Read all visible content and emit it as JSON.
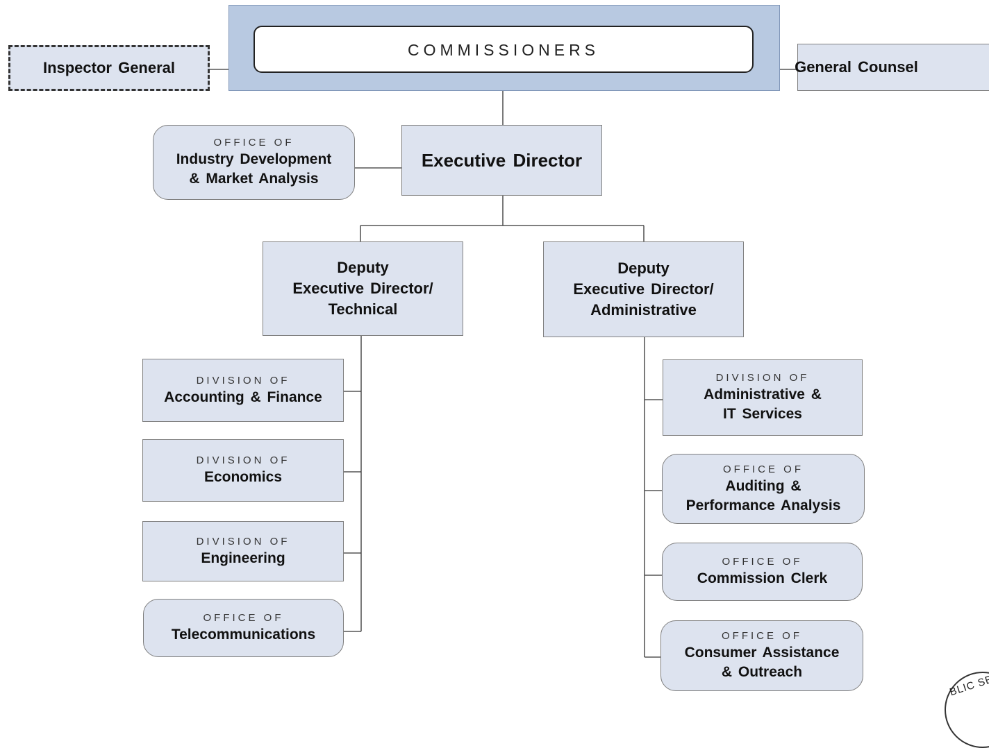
{
  "chart": {
    "commissioners": "COMMISSIONERS",
    "inspector_general": "Inspector General",
    "general_counsel": "General Counsel",
    "executive_director": "Executive Director",
    "industry_dev": {
      "prefix": "OFFICE OF",
      "line1": "Industry Development",
      "line2": "& Market Analysis"
    },
    "deputy_technical": {
      "line1": "Deputy",
      "line2": "Executive Director/",
      "line3": "Technical"
    },
    "deputy_admin": {
      "line1": "Deputy",
      "line2": "Executive Director/",
      "line3": "Administrative"
    },
    "technical_units": [
      {
        "prefix": "DIVISION OF",
        "line1": "Accounting & Finance"
      },
      {
        "prefix": "DIVISION OF",
        "line1": "Economics"
      },
      {
        "prefix": "DIVISION OF",
        "line1": "Engineering"
      },
      {
        "prefix": "OFFICE OF",
        "line1": "Telecommunications"
      }
    ],
    "admin_units": [
      {
        "prefix": "DIVISION OF",
        "line1": "Administrative &",
        "line2": "IT Services"
      },
      {
        "prefix": "OFFICE OF",
        "line1": "Auditing &",
        "line2": "Performance Analysis"
      },
      {
        "prefix": "OFFICE OF",
        "line1": "Commission Clerk"
      },
      {
        "prefix": "OFFICE OF",
        "line1": "Consumer Assistance",
        "line2": "& Outreach"
      }
    ],
    "seal_text": "BLIC SER"
  },
  "colors": {
    "box_fill": "#dde3ef",
    "commissioners_fill": "#b8c9e1",
    "line": "#333333"
  }
}
